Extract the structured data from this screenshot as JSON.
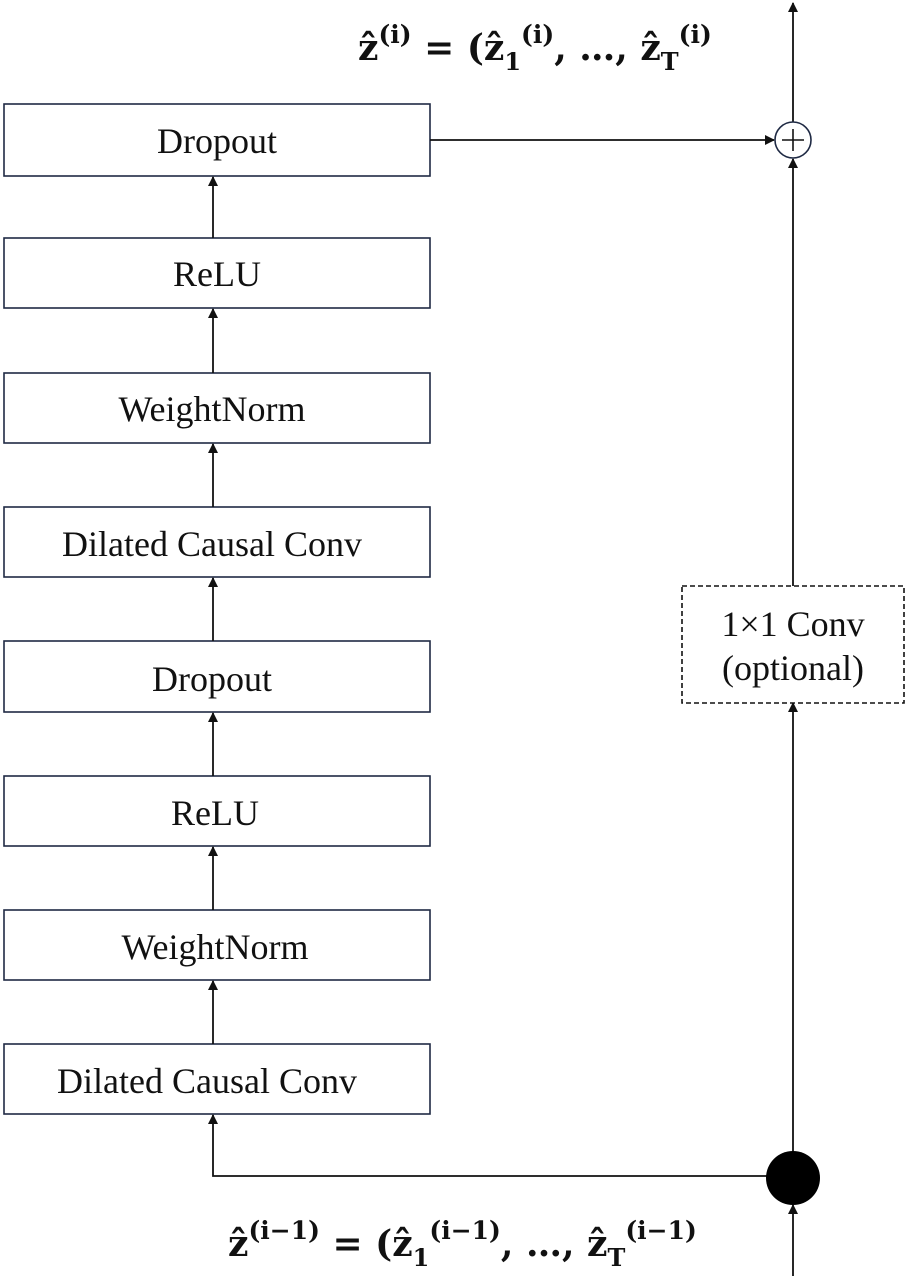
{
  "blocks": [
    {
      "id": "dropout-2",
      "label": "Dropout"
    },
    {
      "id": "relu-2",
      "label": "ReLU"
    },
    {
      "id": "weightnorm-2",
      "label": "WeightNorm"
    },
    {
      "id": "dilated-causal-conv-2",
      "label": "Dilated Causal Conv"
    },
    {
      "id": "dropout-1",
      "label": "Dropout"
    },
    {
      "id": "relu-1",
      "label": "ReLU"
    },
    {
      "id": "weightnorm-1",
      "label": "WeightNorm"
    },
    {
      "id": "dilated-causal-conv-1",
      "label": "Dilated Causal Conv"
    }
  ],
  "residual_block": {
    "line1": "1×1 Conv",
    "line2": "(optional)"
  },
  "output_equation": {
    "lhs": "ẑ",
    "lhs_sup": "(i)",
    "equals_open": " = (",
    "first": "ẑ",
    "first_sub": "1",
    "first_sup": "(i)",
    "middle": ", …, ",
    "last": "ẑ",
    "last_sub": "T",
    "last_sup": "(i)"
  },
  "input_equation": {
    "lhs": "ẑ",
    "lhs_sup": "(i−1)",
    "equals_open": " = (",
    "first": "ẑ",
    "first_sub": "1",
    "first_sup": "(i−1)",
    "middle": ", …, ",
    "last": "ẑ",
    "last_sub": "T",
    "last_sup": "(i−1)"
  }
}
